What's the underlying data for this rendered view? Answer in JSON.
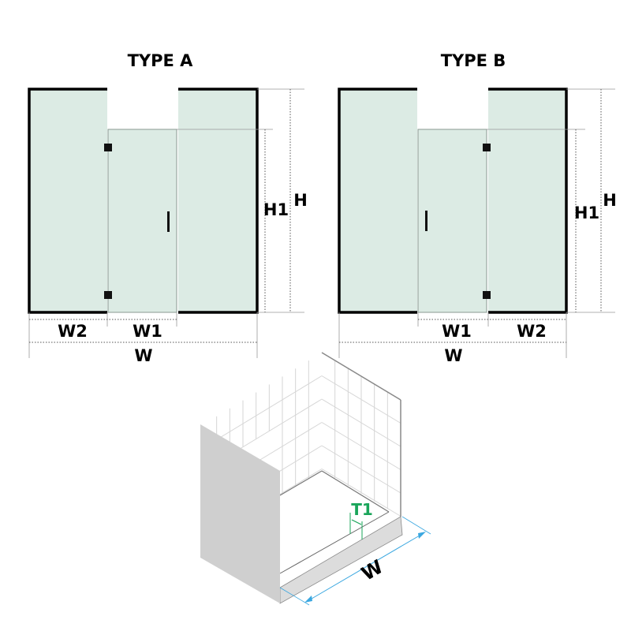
{
  "type_a": {
    "title": "TYPE A",
    "labels": {
      "h": "H",
      "h1": "H1",
      "w": "W",
      "w1": "W1",
      "w2": "W2"
    }
  },
  "type_b": {
    "title": "TYPE B",
    "labels": {
      "h": "H",
      "h1": "H1",
      "w": "W",
      "w1": "W1",
      "w2": "W2"
    }
  },
  "room": {
    "t1_label": "T1",
    "w_label": "W"
  },
  "colors": {
    "glass": "#dcebe4",
    "frame": "#000000",
    "t1": "#1aa55a",
    "dimension_line": "#3aa7e0",
    "wall": "#cfcfcf"
  }
}
